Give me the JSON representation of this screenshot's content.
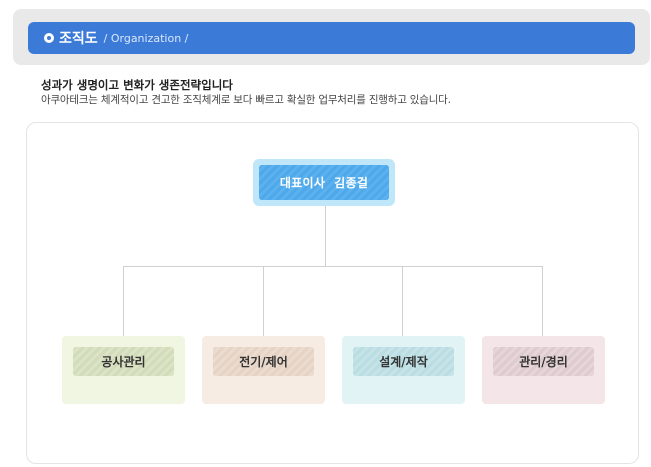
{
  "header": {
    "title": "조직도",
    "subtitle": "/ Organization /"
  },
  "intro": {
    "title": "성과가 생명이고 변화가 생존전략입니다",
    "description": "아쿠아테크는 체계적이고 견고한 조직체계로 보다 빠르고 확실한 업무처리를 진행하고 있습니다."
  },
  "org_chart": {
    "head": "대표이사  김종걸",
    "departments": [
      {
        "label": "공사관리",
        "color": "#f0f6e1"
      },
      {
        "label": "전기/제어",
        "color": "#f7ece4"
      },
      {
        "label": "설계/제작",
        "color": "#e2f3f6"
      },
      {
        "label": "관리/경리",
        "color": "#f4e5e8"
      }
    ]
  },
  "colors": {
    "accent": "#3c7ad8",
    "ceo_box": "#4ea8ea"
  }
}
